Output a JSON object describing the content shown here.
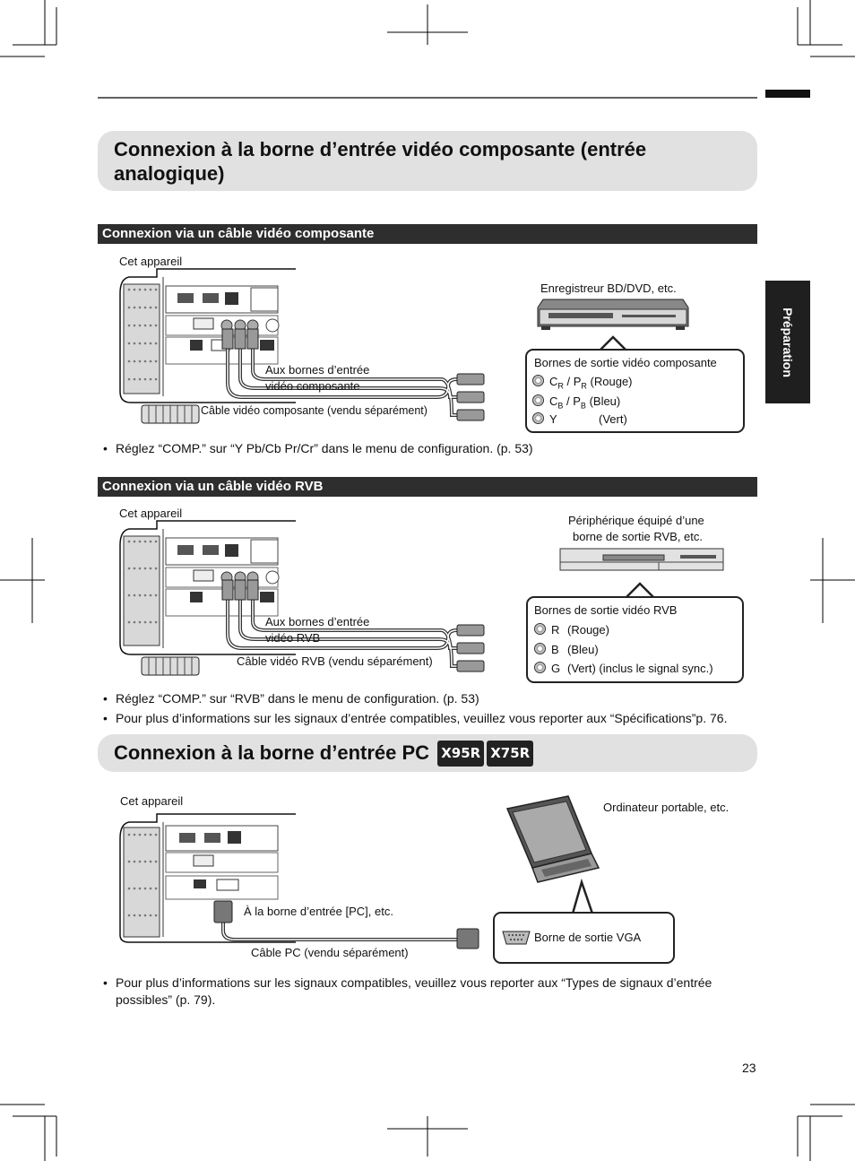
{
  "side_tab": "Préparation",
  "page_number": "23",
  "section1": {
    "title": "Connexion à la borne d’entrée vidéo composante (entrée analogique)",
    "sub1": {
      "heading": "Connexion via un câble vidéo composante",
      "device_label": "Cet appareil",
      "source_label": "Enregistreur BD/DVD, etc.",
      "input_label_line1": "Aux bornes d’entrée",
      "input_label_line2": "vidéo composante",
      "cable_label": "Câble vidéo composante (vendu séparément)",
      "callout_title": "Bornes de sortie vidéo composante",
      "pins": [
        {
          "main": "C",
          "sub1": "R",
          "mid": " / P",
          "sub2": "R",
          "color": "(Rouge)"
        },
        {
          "main": "C",
          "sub1": "B",
          "mid": " / P",
          "sub2": "B",
          "color": "(Bleu)"
        },
        {
          "main": "Y",
          "sub1": "",
          "mid": "",
          "sub2": "",
          "color": "(Vert)"
        }
      ],
      "note": "Réglez “COMP.” sur “Y Pb/Cb Pr/Cr” dans le menu de configuration. (p. 53)"
    },
    "sub2": {
      "heading": "Connexion via un câble vidéo RVB",
      "device_label": "Cet appareil",
      "source_label_line1": "Périphérique équipé d’une",
      "source_label_line2": "borne de sortie RVB, etc.",
      "input_label_line1": "Aux bornes d’entrée",
      "input_label_line2": "vidéo RVB",
      "cable_label": "Câble vidéo RVB (vendu séparément)",
      "callout_title": "Bornes de sortie vidéo RVB",
      "pins": [
        {
          "main": "R",
          "color": "(Rouge)"
        },
        {
          "main": "B",
          "color": "(Bleu)"
        },
        {
          "main": "G",
          "color": "(Vert) (inclus le signal sync.)"
        }
      ],
      "notes": [
        "Réglez “COMP.” sur “RVB” dans le menu de configuration. (p. 53)",
        "Pour plus d’informations sur les signaux d’entrée compatibles, veuillez vous reporter aux “Spécifications”p. 76."
      ]
    }
  },
  "section2": {
    "title": "Connexion à la borne d’entrée PC",
    "badges": [
      "X95R",
      "X75R"
    ],
    "device_label": "Cet appareil",
    "source_label": "Ordinateur portable, etc.",
    "input_label": "À la borne d’entrée [PC], etc.",
    "cable_label": "Câble PC (vendu séparément)",
    "callout_label": "Borne de sortie VGA",
    "note": "Pour plus d’informations sur les signaux compatibles, veuillez vous reporter aux “Types de signaux d’entrée possibles” (p. 79)."
  },
  "colors": {
    "band_light": "#e1e1e1",
    "band_dark": "#2e2e2e",
    "tab": "#1f1f1f"
  }
}
